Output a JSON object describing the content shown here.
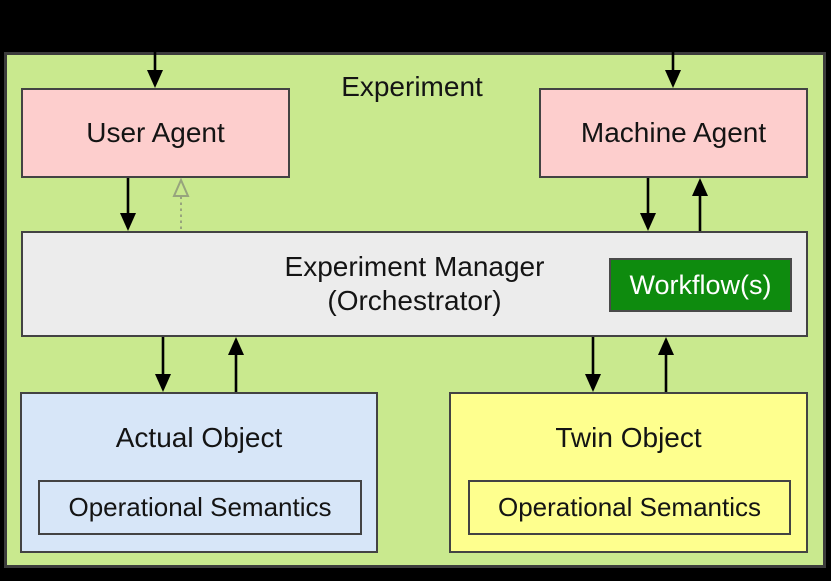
{
  "diagram": {
    "title": "Experiment",
    "nodes": {
      "user_agent": {
        "label": "User Agent"
      },
      "machine_agent": {
        "label": "Machine Agent"
      },
      "experiment_manager": {
        "label_line1": "Experiment Manager",
        "label_line2": "(Orchestrator)"
      },
      "workflow": {
        "label": "Workflow(s)"
      },
      "actual_object": {
        "label": "Actual Object",
        "inner_label": "Operational Semantics"
      },
      "twin_object": {
        "label": "Twin Object",
        "inner_label": "Operational Semantics"
      }
    },
    "colors": {
      "page_background": "#000000",
      "experiment_fill": "#c9e98e",
      "agent_fill": "#fdcecd",
      "manager_fill": "#ececec",
      "workflow_fill": "#0e8b0e",
      "workflow_text": "#ffffff",
      "actual_object_fill": "#d7e6f8",
      "twin_object_fill": "#feff8e",
      "box_border": "#434343",
      "arrow": "#000000",
      "dotted_arrow": "#97a47d"
    }
  }
}
